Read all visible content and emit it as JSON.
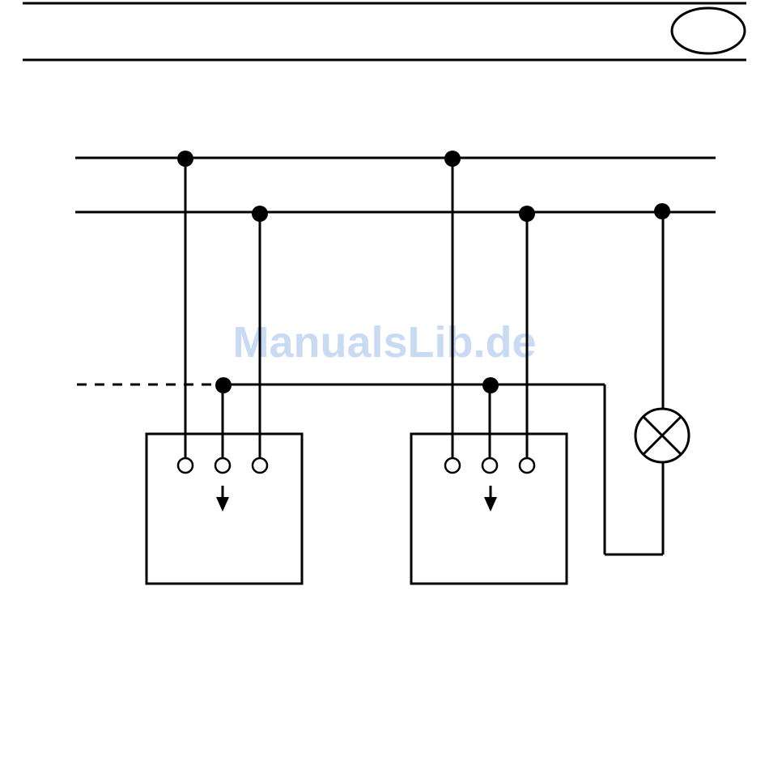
{
  "page": {
    "header_badge": ""
  },
  "watermark": {
    "text": "ManualsLib.de",
    "color": "#c9daf3"
  },
  "colors": {
    "line": "#000000",
    "background": "#ffffff"
  },
  "diagram": {
    "type": "wiring-diagram",
    "bus_lines": [
      {
        "id": "bus-line-1"
      },
      {
        "id": "bus-line-2"
      },
      {
        "id": "bus-line-3",
        "style": "partially-dashed"
      }
    ],
    "switches": [
      {
        "id": "switch-1",
        "terminals": 3,
        "output_arrow": "down"
      },
      {
        "id": "switch-2",
        "terminals": 3,
        "output_arrow": "down"
      }
    ],
    "loads": [
      {
        "id": "lamp",
        "symbol": "lamp-cross-circle"
      }
    ]
  }
}
